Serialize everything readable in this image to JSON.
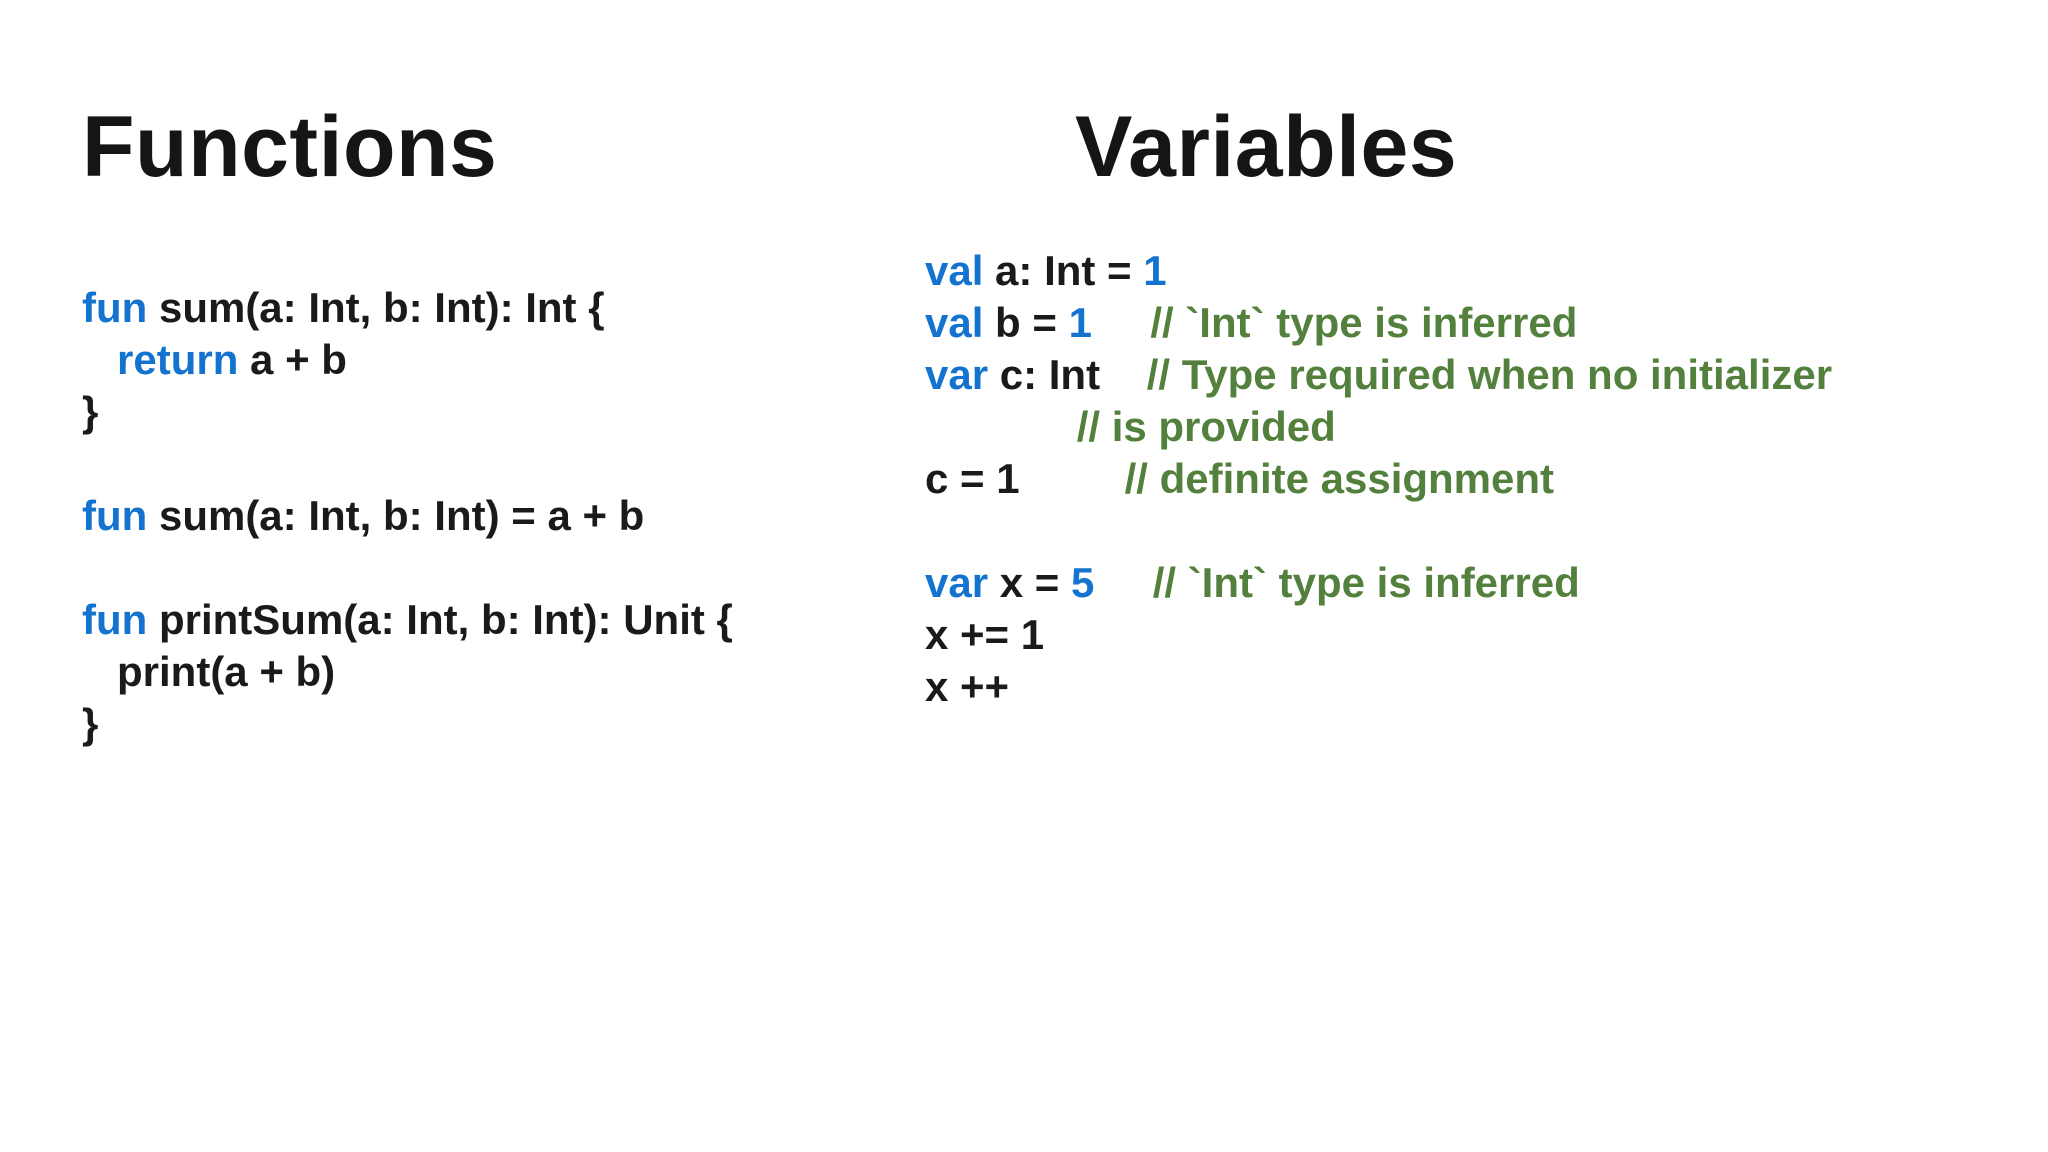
{
  "colors": {
    "background": "#FFFFFF",
    "title_black": "#151515",
    "code_black": "#1A1A1A",
    "keyword_blue": "#1473CE",
    "comment_green": "#53803C"
  },
  "slide": {
    "left": {
      "title": "Functions",
      "blocks": [
        [
          [
            {
              "t": "fun",
              "c": "kw"
            },
            {
              "t": " sum(a: Int, b: Int): Int {"
            }
          ],
          [
            {
              "t": "   "
            },
            {
              "t": "return",
              "c": "kw"
            },
            {
              "t": " a + b"
            }
          ],
          [
            {
              "t": "}"
            }
          ]
        ],
        [
          [
            {
              "t": "fun",
              "c": "kw"
            },
            {
              "t": " sum(a: Int, b: Int) = a + b"
            }
          ]
        ],
        [
          [
            {
              "t": "fun",
              "c": "kw"
            },
            {
              "t": " printSum(a: Int, b: Int): Unit {"
            }
          ],
          [
            {
              "t": "   print(a + b)"
            }
          ],
          [
            {
              "t": "}"
            }
          ]
        ]
      ]
    },
    "right": {
      "title": "Variables",
      "blocks": [
        [
          [
            {
              "t": "val",
              "c": "kw"
            },
            {
              "t": " a: Int = "
            },
            {
              "t": "1",
              "c": "kw"
            }
          ],
          [
            {
              "t": "val",
              "c": "kw"
            },
            {
              "t": " b = "
            },
            {
              "t": "1",
              "c": "kw"
            },
            {
              "t": "     "
            },
            {
              "t": "// `Int` type is inferred",
              "c": "cmt"
            }
          ],
          [
            {
              "t": "var",
              "c": "kw"
            },
            {
              "t": " c: Int    "
            },
            {
              "t": "// Type required when no initializer",
              "c": "cmt"
            }
          ],
          [
            {
              "t": "             "
            },
            {
              "t": "// is provided",
              "c": "cmt"
            }
          ],
          [
            {
              "t": "c = 1         "
            },
            {
              "t": "// definite assignment",
              "c": "cmt"
            }
          ]
        ],
        [
          [
            {
              "t": "var",
              "c": "kw"
            },
            {
              "t": " x = "
            },
            {
              "t": "5",
              "c": "kw"
            },
            {
              "t": "     "
            },
            {
              "t": "// `Int` type is inferred",
              "c": "cmt"
            }
          ],
          [
            {
              "t": "x += 1"
            }
          ],
          [
            {
              "t": "x ++"
            }
          ]
        ]
      ]
    }
  }
}
